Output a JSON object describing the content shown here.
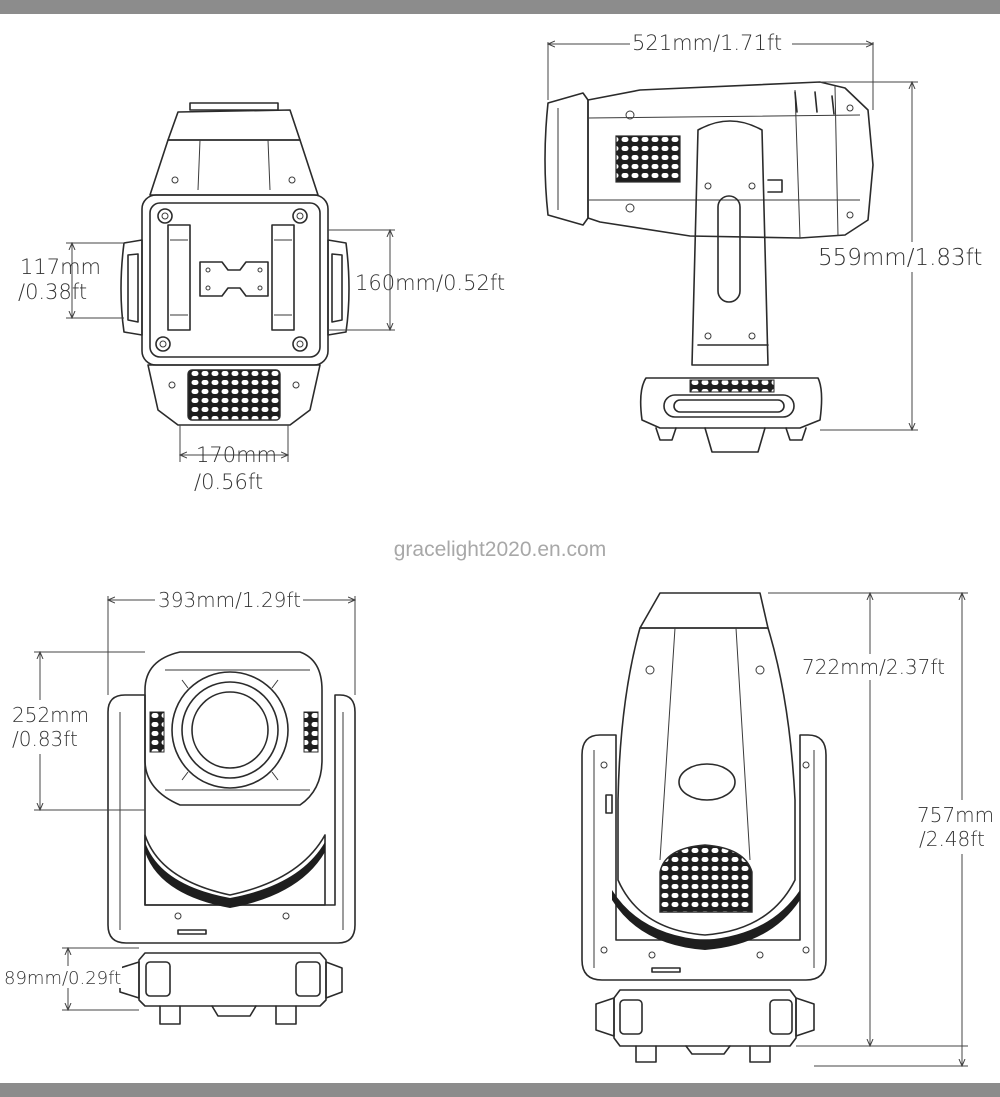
{
  "watermark": "gracelight2020.en.com",
  "views": {
    "top": {
      "dim_width": "170mm",
      "dim_width_ft": "/0.56ft",
      "dim_side": "117mm",
      "dim_side_ft": "/0.38ft",
      "dim_inner": "160mm/0.52ft"
    },
    "side": {
      "dim_length": "521mm/1.71ft",
      "dim_height": "559mm/1.83ft"
    },
    "front": {
      "dim_width": "393mm/1.29ft",
      "dim_head": "252mm",
      "dim_head_ft": "/0.83ft",
      "dim_base": "89mm/0.29ft"
    },
    "back": {
      "dim_head": "722mm/2.37ft",
      "dim_total": "757mm",
      "dim_total_ft": "/2.48ft"
    }
  },
  "colors": {
    "band": "#8c8c8c",
    "line": "#2b2b2b",
    "watermark": "#a8a8a8"
  }
}
